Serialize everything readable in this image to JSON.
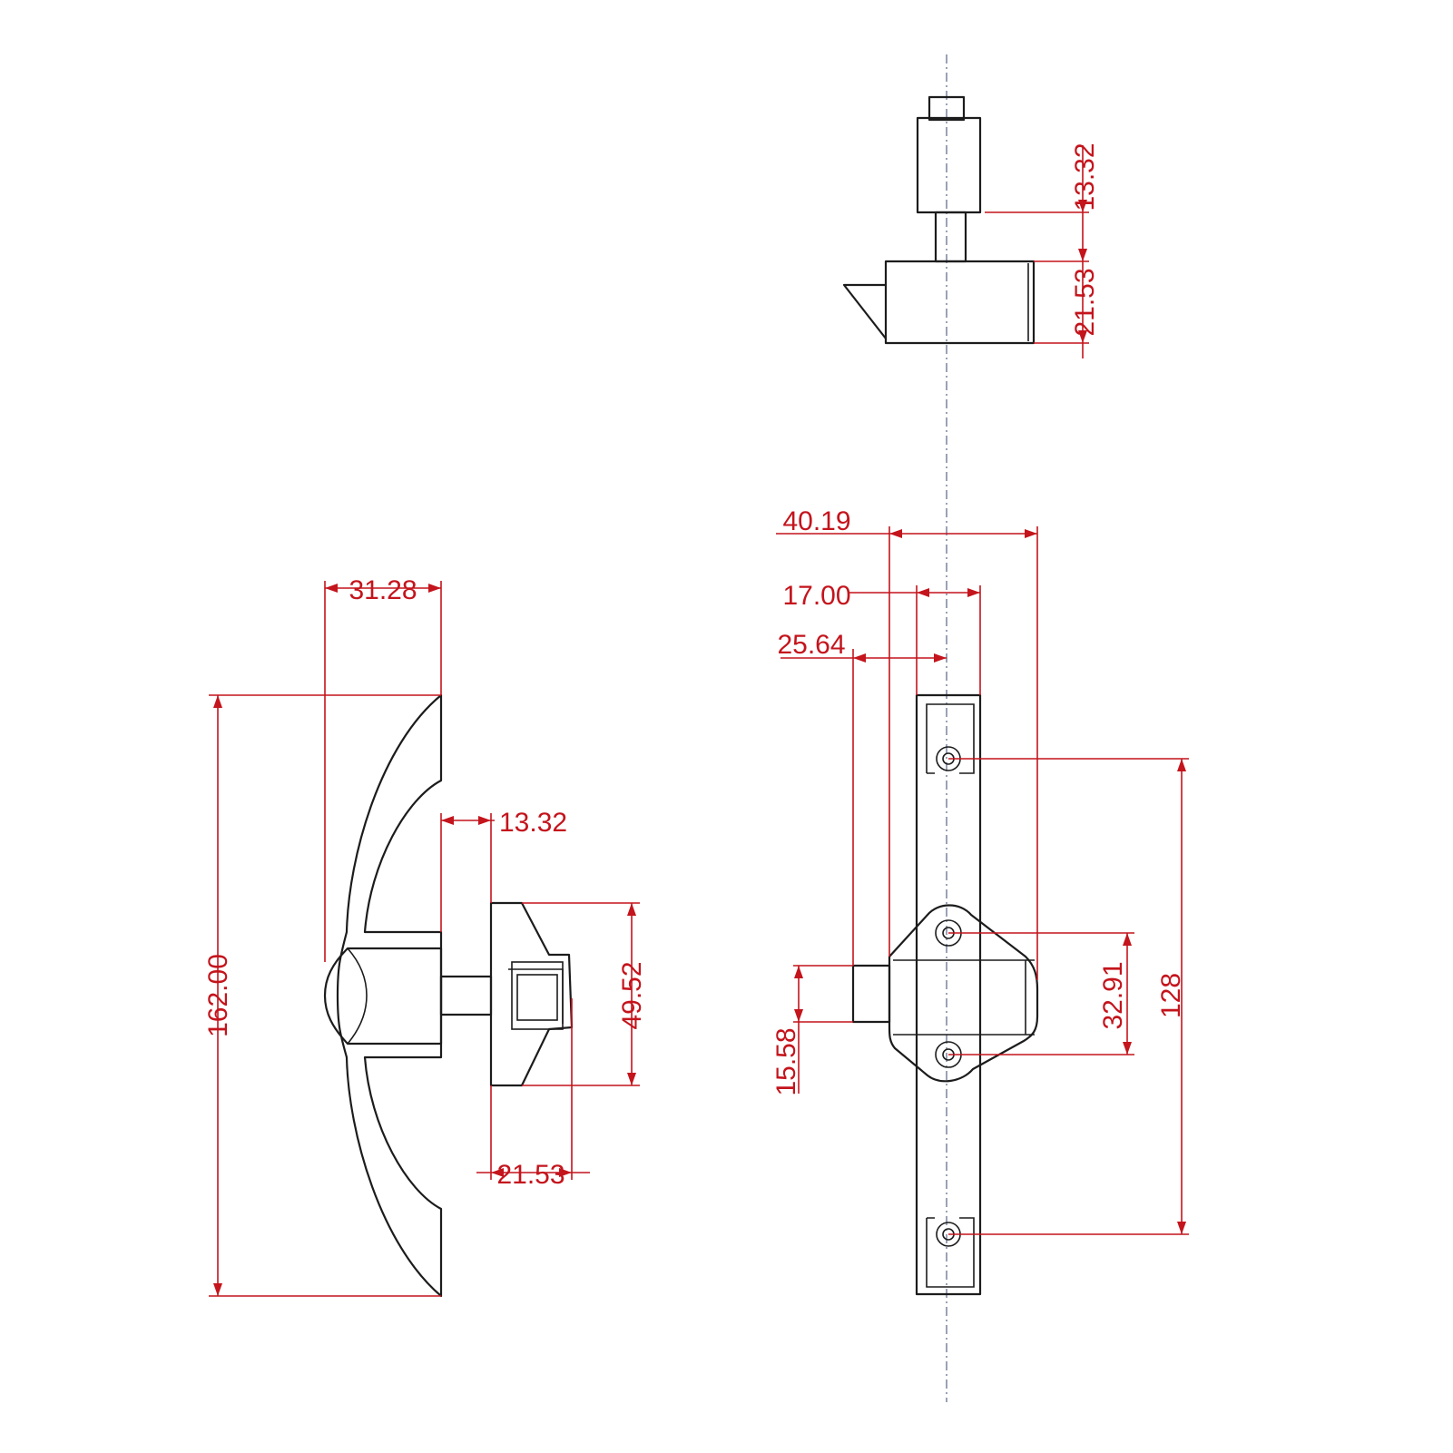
{
  "colors": {
    "outline": "#1c1c1c",
    "dimension": "#c4141c",
    "centerline": "#6f7a94",
    "background": "#ffffff"
  },
  "dimensions": {
    "left_view": {
      "handle_length": "162.00",
      "handle_depth": "31.28",
      "stem_offset": "13.32",
      "body_height": "49.52",
      "body_width": "21.53"
    },
    "top_view": {
      "bolt_head_offset": "13.32",
      "latch_body_height": "21.53"
    },
    "front_view": {
      "overall_width": "40.19",
      "plate_width": "17.00",
      "bolt_offset": "25.64",
      "bolt_height": "15.58",
      "screw_spacing_inner": "32.91",
      "screw_spacing_outer": "128"
    }
  }
}
